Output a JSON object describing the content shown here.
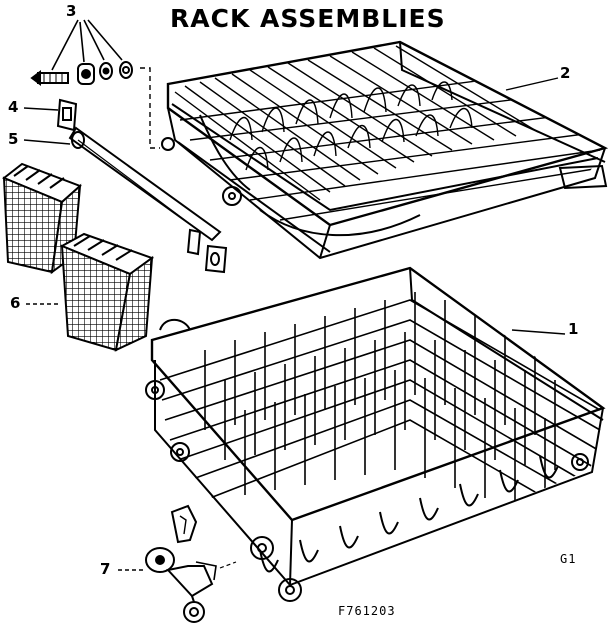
{
  "diagram": {
    "title": "RACK ASSEMBLIES",
    "callouts": [
      "1",
      "2",
      "3",
      "4",
      "5",
      "6",
      "7"
    ],
    "group_code": "G1",
    "figure_code": "F761203"
  }
}
